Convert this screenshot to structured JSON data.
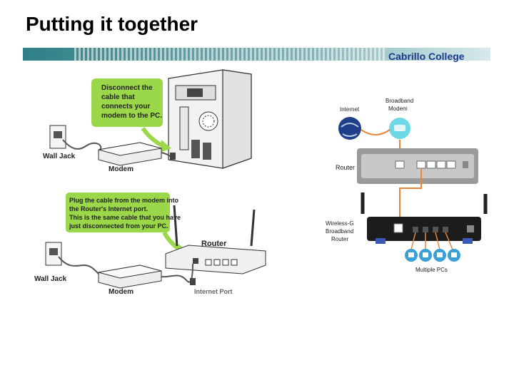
{
  "slide": {
    "title": "Putting it together",
    "college": "Cabrillo College"
  },
  "panel1": {
    "callout_lines": [
      "Disconnect the",
      "cable that",
      "connects your",
      "modem to the PC."
    ],
    "wall_jack": "Wall Jack",
    "modem": "Modem"
  },
  "panel2": {
    "callout_lines": [
      "Plug the cable from the modem into",
      "the Router's Internet port.",
      "This is the same cable that you have",
      "just disconnected from your PC."
    ],
    "wall_jack": "Wall Jack",
    "modem": "Modem",
    "router": "Router",
    "internet_port": "Internet Port"
  },
  "panel3": {
    "internet": "Internet",
    "broadband_modem_lines": [
      "Broadband",
      "Modem"
    ],
    "router": "Router",
    "wireless_lines": [
      "Wireless-G",
      "Broadband",
      "Router"
    ],
    "multiple_pcs": "Multiple PCs"
  },
  "colors": {
    "callout_green": "#9ad84a",
    "band_teal": "#3f8f8f",
    "cable_orange": "#e8873a",
    "title_blue": "#1a3a8c"
  }
}
